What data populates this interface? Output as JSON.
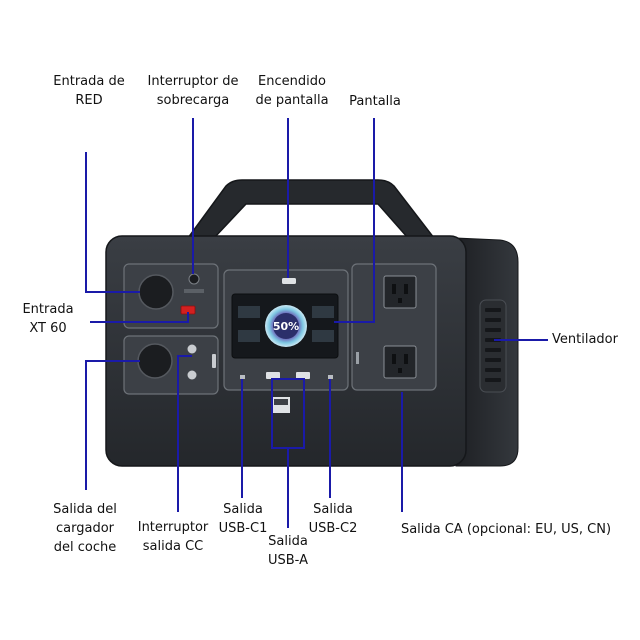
{
  "labels": {
    "entrada_red": "Entrada de\nRED",
    "interruptor_sobrecarga": "Interruptor de\nsobrecarga",
    "encendido_pantalla": "Encendido\nde pantalla",
    "pantalla": "Pantalla",
    "entrada_xt60": "Entrada\nXT 60",
    "ventilador": "Ventilador",
    "salida_cargador_coche": "Salida del\ncargador\ndel coche",
    "interruptor_salida_cc": "Interruptor\nsalida CC",
    "salida_usb_c1": "Salida\nUSB-C1",
    "salida_usb_a": "Salida\nUSB-A",
    "salida_usb_c2": "Salida\nUSB-C2",
    "salida_ca": "Salida CA (opcional: EU, US, CN)"
  },
  "screen": {
    "battery_percent": "50%"
  },
  "colors": {
    "leader_line": "#1a1aa8",
    "body_dark": "#2b2e33",
    "panel": "#3f4349",
    "panel_border": "#6d7278",
    "screen_ring": "#7ec8e3",
    "switch_red": "#d32020"
  }
}
